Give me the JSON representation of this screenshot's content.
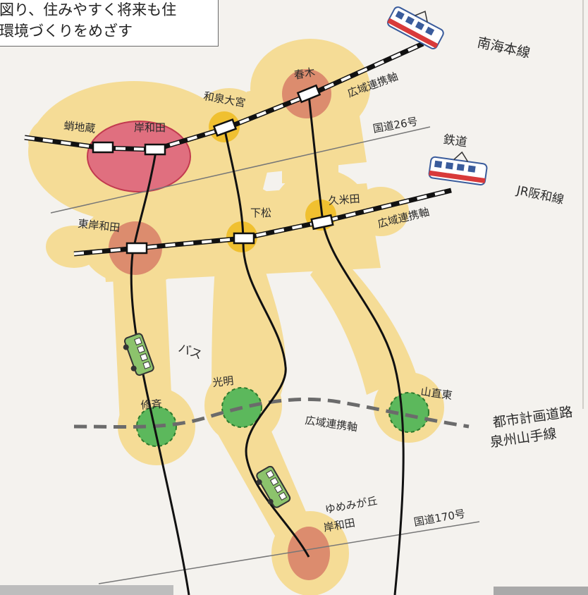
{
  "caption": {
    "line1": "図り、住みやすく将来も住",
    "line2": "環境づくりをめざす"
  },
  "lines": {
    "nankai": "南海本線",
    "jr": "JR阪和線",
    "tetsudo": "鉄道",
    "kokudo26": "国道26号",
    "kokudo170": "国道170号",
    "bus": "バス",
    "toshi_line1": "都市計画道路",
    "toshi_line2": "泉州山手線"
  },
  "axes": {
    "upper": "広域連携軸",
    "middle": "広域連携軸",
    "lower": "広域連携軸"
  },
  "stations": {
    "takojizo": "蛸地蔵",
    "kishiwada": "岸和田",
    "izumiomiya": "和泉大宮",
    "haruki": "春木",
    "higashikishiwada": "東岸和田",
    "shimomatsu": "下松",
    "kumeda": "久米田"
  },
  "centers": {
    "shusai": "修斉",
    "komyo": "光明",
    "yamanaohigashi": "山直東",
    "yumemi_line1": "ゆめみが丘",
    "yumemi_line2": "岸和田"
  },
  "colors": {
    "area_fill": "#f5dc96",
    "main_center": "#e06f7f",
    "sub_center": "#dc8c6e",
    "small_center": "#f0c030",
    "green_center": "#5cb85c",
    "rail": "#111111",
    "road": "#777777",
    "dashed_road": "#6b6b6b"
  }
}
